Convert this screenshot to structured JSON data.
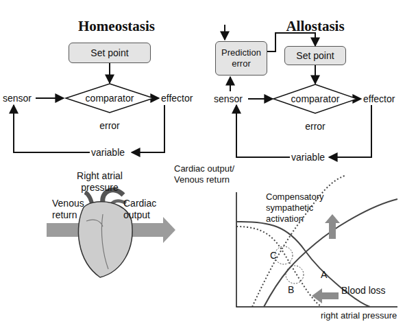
{
  "diagram": {
    "nodes": [
      {
        "text": [
          "Set point"
        ]
      },
      {
        "text": [
          "comparator"
        ]
      },
      {
        "text": [
          "Prediction error"
        ]
      },
      {
        "text": [
          "Set point"
        ]
      },
      {
        "text": [
          "comparator"
        ]
      }
    ],
    "edges": [
      {
        "from": 0,
        "to": 1,
        "arrow": "to"
      },
      {
        "from": 2,
        "to": 3,
        "arrow": "to"
      },
      {
        "from": 3,
        "to": 4,
        "arrow": "to"
      }
    ],
    "labels": [
      "Homeostasis",
      "sensor",
      "effector",
      "error",
      "variable",
      "Allostasis",
      "sensor",
      "effector",
      "error",
      "variable",
      "Right atrial pressure",
      "Venous return",
      "Cardiac output",
      "Cardiac output/ Venous return",
      "Compensatory sympathetic activation",
      "A",
      "B",
      "C",
      "Blood loss",
      "right atrial pressure"
    ]
  }
}
